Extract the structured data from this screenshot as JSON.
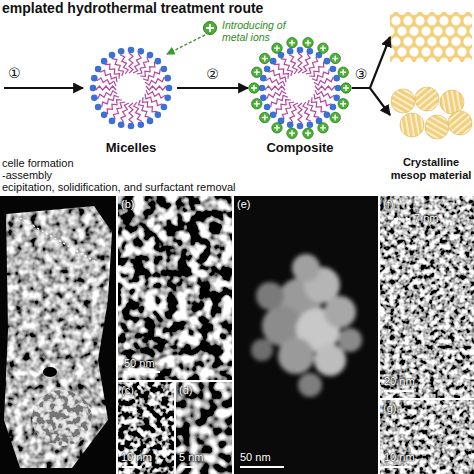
{
  "diagram": {
    "title": "emplated hydrothermal treatment route",
    "nodes": [
      {
        "text": [
          "Micelles"
        ]
      },
      {
        "text": [
          "Composite"
        ]
      },
      {
        "text": [
          "Crystalline mesop material"
        ]
      }
    ],
    "edges": [
      {
        "from": 0,
        "to": 1,
        "label": "②",
        "arrow": "to"
      },
      {
        "from": 1,
        "to": 2,
        "label": "③",
        "arrow": "to"
      },
      {
        "from": 1,
        "to": 2,
        "arrow": "to"
      }
    ],
    "labels": [
      "①",
      "Introducing of metal ions",
      "celle formation",
      "-assembly",
      "ecipitation, solidification, and surfactant removal",
      "(b)",
      "50 nm",
      "(c)",
      "10 nm",
      "(d)",
      "5 nm",
      "(e)",
      "50 nm",
      "(f)",
      "7 nm",
      "20 nm",
      "(g)",
      "10 nm"
    ]
  }
}
